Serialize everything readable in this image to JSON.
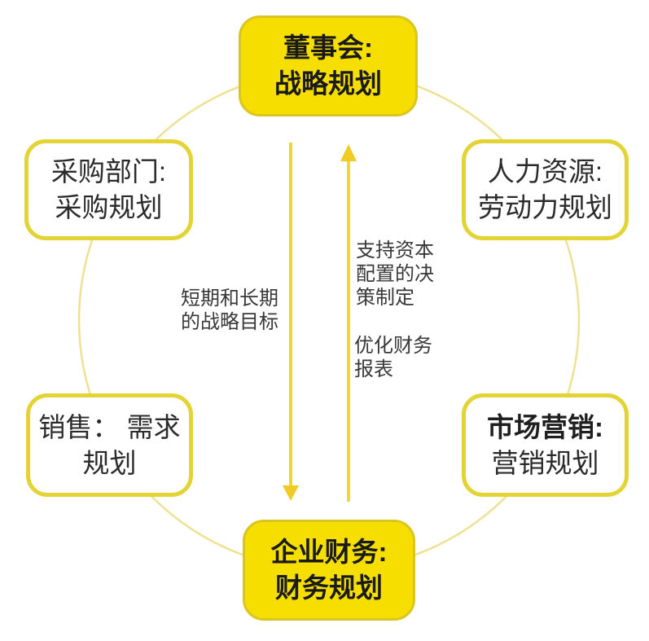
{
  "diagram": {
    "type": "circular-planning-cycle",
    "colors": {
      "node_fill_yellow": "#f5de00",
      "node_border_yellow": "#d9c520",
      "white_node_border": "#e4d334",
      "circle_stroke": "#efe193",
      "arrow_line": "#efd82e",
      "arrow_head": "#f0cb24",
      "node_text": "#1f1f1f",
      "label_text": "#383838"
    }
  },
  "nodes": {
    "board": {
      "line1": "董事会:",
      "line2": "战略规划"
    },
    "procurement": {
      "line1": "采购部门:",
      "line2": "采购规划"
    },
    "hr": {
      "line1": "人力资源:",
      "line2": "劳动力规划"
    },
    "sales": {
      "line1": "销售： 需求",
      "line2": "规划"
    },
    "marketing": {
      "line1": "市场营销:",
      "line2": "营销规划"
    },
    "finance": {
      "line1": "企业财务:",
      "line2": "财务规划"
    }
  },
  "labels": {
    "strategic_goals": {
      "line1": "短期和长期",
      "line2": "的战略目标"
    },
    "capital_allocation": {
      "line1": "支持资本",
      "line2": "配置的决",
      "line3": "策制定"
    },
    "optimize_statements": {
      "line1": "优化财务",
      "line2": "报表"
    }
  }
}
